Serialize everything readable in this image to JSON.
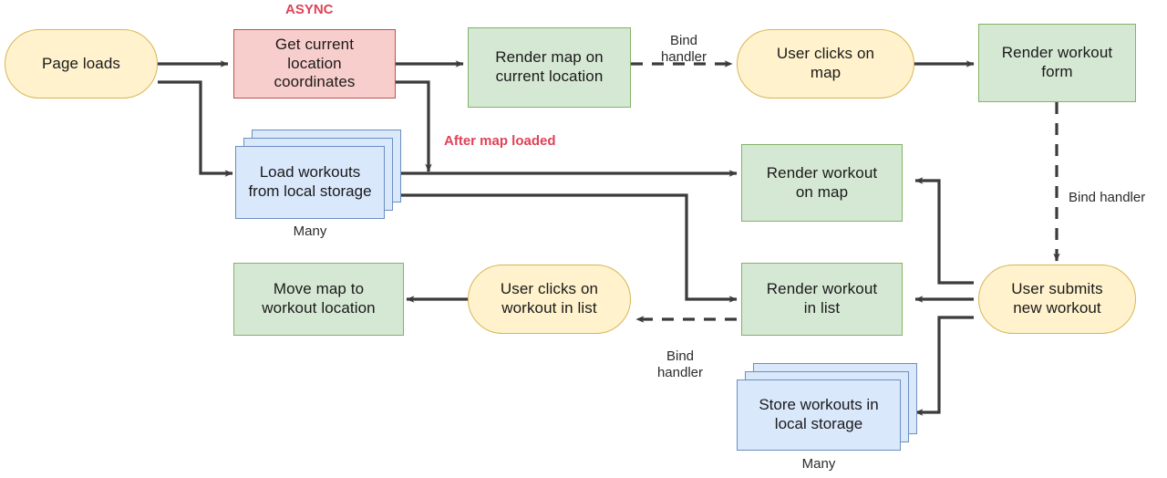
{
  "diagram": {
    "title": "Workout app architecture flowchart",
    "background": "#ffffff",
    "colors": {
      "green_fill": "#d5e8d4",
      "green_stroke": "#82b366",
      "pink_fill": "#f8cecc",
      "pink_stroke": "#b85450",
      "yellow_fill": "#fff2cc",
      "yellow_stroke": "#d6b656",
      "blue_fill": "#dae8fc",
      "blue_stroke": "#6c8ebf",
      "edge_stroke": "#3b3b3b",
      "note_red": "#e04257"
    },
    "nodes": [
      {
        "id": "page-loads",
        "label": "Page loads",
        "shape": "terminator",
        "color": "yellow"
      },
      {
        "id": "get-location",
        "label": "Get current location coordinates",
        "shape": "process",
        "color": "pink"
      },
      {
        "id": "render-map",
        "label": "Render map on current location",
        "shape": "process",
        "color": "green"
      },
      {
        "id": "user-clicks-map",
        "label": "User clicks on map",
        "shape": "terminator",
        "color": "yellow"
      },
      {
        "id": "render-form",
        "label": "Render workout form",
        "shape": "process",
        "color": "green"
      },
      {
        "id": "load-workouts",
        "label": "Load workouts from local storage",
        "shape": "multi-document",
        "color": "blue",
        "caption": "Many"
      },
      {
        "id": "render-workout-map",
        "label": "Render workout on map",
        "shape": "process",
        "color": "green"
      },
      {
        "id": "user-submits",
        "label": "User submits new workout",
        "shape": "terminator",
        "color": "yellow"
      },
      {
        "id": "move-map",
        "label": "Move map to workout location",
        "shape": "process",
        "color": "green"
      },
      {
        "id": "user-clicks-list",
        "label": "User clicks on workout in list",
        "shape": "terminator",
        "color": "yellow"
      },
      {
        "id": "render-workout-list",
        "label": "Render workout in list",
        "shape": "process",
        "color": "green"
      },
      {
        "id": "store-workouts",
        "label": "Store workouts in local storage",
        "shape": "multi-document",
        "color": "blue",
        "caption": "Many"
      }
    ],
    "node_labels": {
      "page_loads": "Page loads",
      "get_location_line1": "Get current",
      "get_location_line2": "location",
      "get_location_line3": "coordinates",
      "render_map_line1": "Render map on",
      "render_map_line2": "current location",
      "user_clicks_map_line1": "User clicks on",
      "user_clicks_map_line2": "map",
      "render_form_line1": "Render workout",
      "render_form_line2": "form",
      "load_workouts_line1": "Load workouts",
      "load_workouts_line2": "from local storage",
      "load_workouts_caption": "Many",
      "render_workout_map_line1": "Render workout",
      "render_workout_map_line2": "on map",
      "user_submits_line1": "User submits",
      "user_submits_line2": "new workout",
      "move_map_line1": "Move map to",
      "move_map_line2": "workout location",
      "user_clicks_list_line1": "User clicks on",
      "user_clicks_list_line2": "workout in list",
      "render_workout_list_line1": "Render workout",
      "render_workout_list_line2": "in list",
      "store_workouts_line1": "Store workouts in",
      "store_workouts_line2": "local storage",
      "store_workouts_caption": "Many"
    },
    "edge_labels": {
      "bind_handler_top": "Bind\nhandler",
      "bind_handler_right": "Bind handler",
      "bind_handler_bottom": "Bind\nhandler"
    },
    "notes": {
      "async": "ASYNC",
      "after_map_loaded": "After map loaded"
    },
    "edges": [
      {
        "from": "page-loads",
        "to": "get-location",
        "style": "solid"
      },
      {
        "from": "page-loads",
        "to": "load-workouts",
        "style": "solid"
      },
      {
        "from": "get-location",
        "to": "render-map",
        "style": "solid"
      },
      {
        "from": "get-location",
        "to": "render-workout-map",
        "style": "solid",
        "label": "After map loaded"
      },
      {
        "from": "render-map",
        "to": "user-clicks-map",
        "style": "dashed",
        "label": "Bind handler"
      },
      {
        "from": "user-clicks-map",
        "to": "render-form",
        "style": "solid"
      },
      {
        "from": "render-form",
        "to": "user-submits",
        "style": "dashed",
        "label": "Bind handler"
      },
      {
        "from": "load-workouts",
        "to": "render-workout-map",
        "style": "solid"
      },
      {
        "from": "load-workouts",
        "to": "render-workout-list",
        "style": "solid"
      },
      {
        "from": "user-submits",
        "to": "render-workout-map",
        "style": "solid"
      },
      {
        "from": "user-submits",
        "to": "render-workout-list",
        "style": "solid"
      },
      {
        "from": "user-submits",
        "to": "store-workouts",
        "style": "solid"
      },
      {
        "from": "render-workout-list",
        "to": "user-clicks-list",
        "style": "dashed",
        "label": "Bind handler"
      },
      {
        "from": "user-clicks-list",
        "to": "move-map",
        "style": "solid"
      }
    ]
  }
}
